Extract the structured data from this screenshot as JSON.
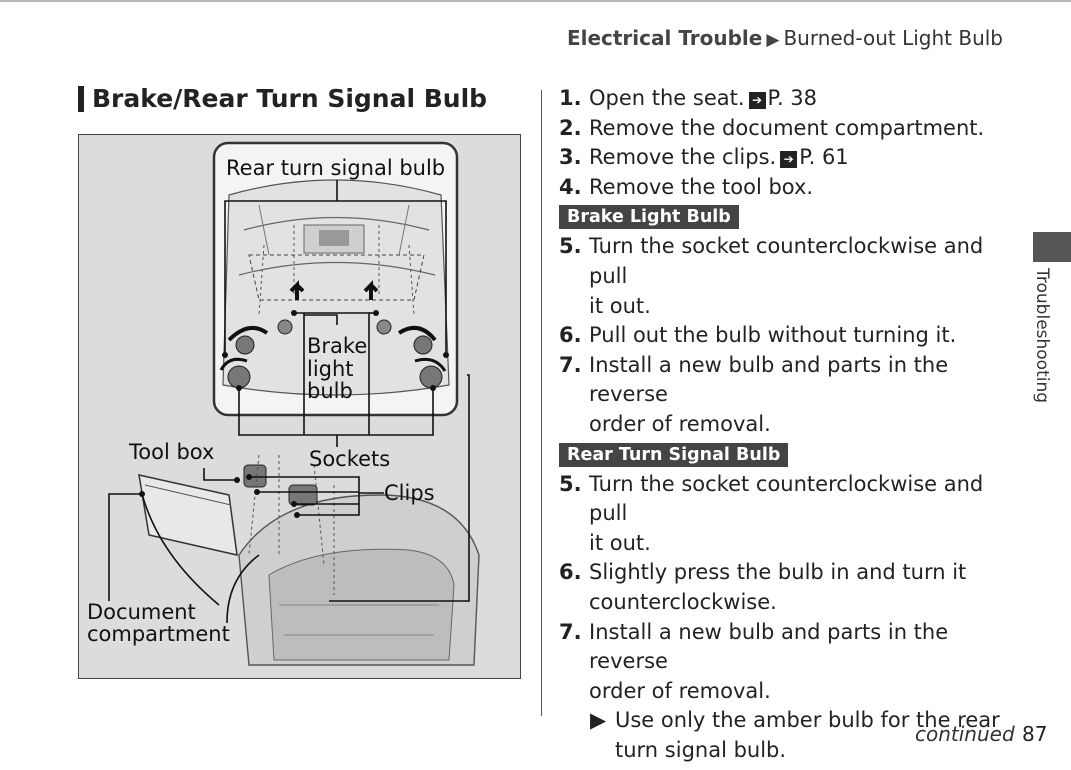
{
  "header": {
    "breadcrumb_parent": "Electrical Trouble",
    "breadcrumb_arrow": "▶",
    "breadcrumb_current": "Burned-out Light Bulb"
  },
  "section": {
    "title": "Brake/Rear Turn Signal Bulb"
  },
  "figure": {
    "labels": {
      "rear_turn_signal_bulb": "Rear turn signal bulb",
      "brake_light_bulb_1": "Brake",
      "brake_light_bulb_2": "light",
      "brake_light_bulb_3": "bulb",
      "tool_box": "Tool box",
      "sockets": "Sockets",
      "clips": "Clips",
      "document_1": "Document",
      "document_2": "compartment"
    }
  },
  "steps_common": [
    {
      "num": "1.",
      "text": "Open the seat.",
      "ref": "P. 38"
    },
    {
      "num": "2.",
      "text": "Remove the document compartment."
    },
    {
      "num": "3.",
      "text": "Remove the clips.",
      "ref": "P. 61"
    },
    {
      "num": "4.",
      "text": "Remove the tool box."
    }
  ],
  "brake": {
    "heading": "Brake Light Bulb",
    "steps": [
      {
        "num": "5.",
        "line1": "Turn the socket counterclockwise and pull",
        "line2": "it out."
      },
      {
        "num": "6.",
        "line1": "Pull out the bulb without turning it."
      },
      {
        "num": "7.",
        "line1": "Install a new bulb and parts in the reverse",
        "line2": "order of removal."
      }
    ]
  },
  "rear": {
    "heading": "Rear Turn Signal Bulb",
    "steps": [
      {
        "num": "5.",
        "line1": "Turn the socket counterclockwise and pull",
        "line2": "it out."
      },
      {
        "num": "6.",
        "line1": "Slightly press the bulb in and turn it",
        "line2": "counterclockwise."
      },
      {
        "num": "7.",
        "line1": "Install a new bulb and parts in the reverse",
        "line2": "order of removal."
      }
    ],
    "note_arrow": "▶",
    "note_line1": "Use only the amber bulb for the rear",
    "note_line2": "turn signal bulb."
  },
  "side_tab": {
    "label": "Troubleshooting"
  },
  "footer": {
    "continued": "continued",
    "page_number": "87"
  }
}
